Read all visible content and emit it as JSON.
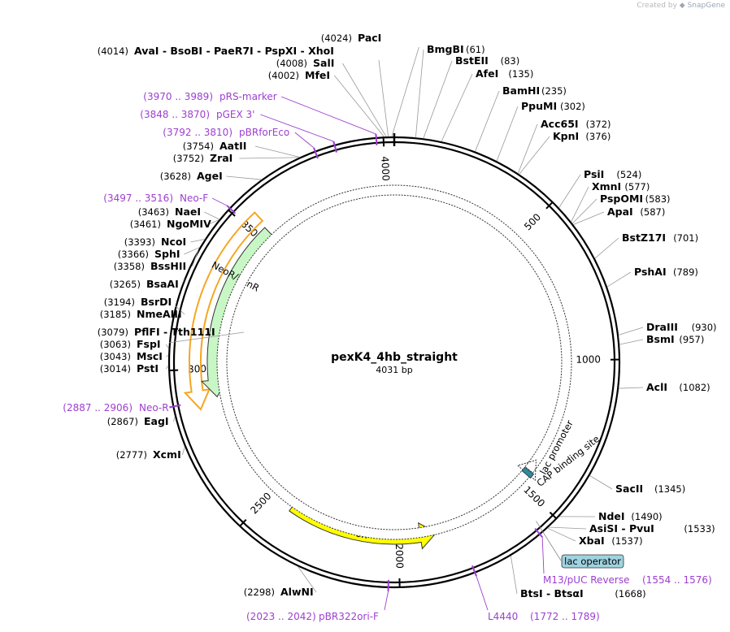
{
  "credit": {
    "prefix": "Created by",
    "brand": "SnapGene"
  },
  "plasmid": {
    "name": "pexK4_4hb_straight",
    "length": 4031,
    "length_label": "4031 bp"
  },
  "ticks": [
    {
      "pos": 500,
      "label": "500"
    },
    {
      "pos": 1000,
      "label": "1000"
    },
    {
      "pos": 1500,
      "label": "1500"
    },
    {
      "pos": 2000,
      "label": "2000"
    },
    {
      "pos": 2500,
      "label": "2500"
    },
    {
      "pos": 3000,
      "label": "3000"
    },
    {
      "pos": 3500,
      "label": "3500"
    },
    {
      "pos": 4000,
      "label": "4000"
    }
  ],
  "sites": [
    {
      "pos": 4024,
      "name": "PacI",
      "pos_label": "(4024)",
      "side": "L"
    },
    {
      "pos": 4014,
      "name": "AvaI  -  BsoBI  -  PaeR7I  -  PspXI  -  XhoI",
      "pos_label": "(4014)",
      "side": "R"
    },
    {
      "pos": 4008,
      "name": "SalI",
      "pos_label": "(4008)",
      "side": "L"
    },
    {
      "pos": 4002,
      "name": "MfeI",
      "pos_label": "(4002)",
      "side": "L"
    },
    {
      "pos": 3754,
      "name": "AatII",
      "pos_label": "(3754)",
      "side": "L"
    },
    {
      "pos": 3752,
      "name": "ZraI",
      "pos_label": "(3752)",
      "side": "L"
    },
    {
      "pos": 3628,
      "name": "AgeI",
      "pos_label": "(3628)",
      "side": "L"
    },
    {
      "pos": 3463,
      "name": "NaeI",
      "pos_label": "(3463)",
      "side": "L"
    },
    {
      "pos": 3461,
      "name": "NgoMIV",
      "pos_label": "(3461)",
      "side": "L"
    },
    {
      "pos": 3393,
      "name": "NcoI",
      "pos_label": "(3393)",
      "side": "L"
    },
    {
      "pos": 3366,
      "name": "SphI",
      "pos_label": "(3366)",
      "side": "L"
    },
    {
      "pos": 3358,
      "name": "BssHII",
      "pos_label": "(3358)",
      "side": "L"
    },
    {
      "pos": 3265,
      "name": "BsaAI",
      "pos_label": "(3265)",
      "side": "L"
    },
    {
      "pos": 3194,
      "name": "BsrDI",
      "pos_label": "(3194)",
      "side": "L"
    },
    {
      "pos": 3185,
      "name": "NmeAIII",
      "pos_label": "(3185)",
      "side": "L"
    },
    {
      "pos": 3079,
      "name": "PflFI  -  Tth111I",
      "pos_label": "(3079)",
      "side": "L"
    },
    {
      "pos": 3063,
      "name": "FspI",
      "pos_label": "(3063)",
      "side": "L"
    },
    {
      "pos": 3043,
      "name": "MscI",
      "pos_label": "(3043)",
      "side": "L"
    },
    {
      "pos": 3014,
      "name": "PstI",
      "pos_label": "(3014)",
      "side": "L"
    },
    {
      "pos": 2867,
      "name": "EagI",
      "pos_label": "(2867)",
      "side": "L"
    },
    {
      "pos": 2777,
      "name": "XcmI",
      "pos_label": "(2777)",
      "side": "L"
    },
    {
      "pos": 2298,
      "name": "AlwNI",
      "pos_label": "(2298)",
      "side": "L"
    },
    {
      "pos": 61,
      "name": "BmgBI",
      "pos_label": "(61)",
      "side": "R"
    },
    {
      "pos": 83,
      "name": "BstEII",
      "pos_label": "(83)",
      "side": "R"
    },
    {
      "pos": 135,
      "name": "AfeI",
      "pos_label": "(135)",
      "side": "R"
    },
    {
      "pos": 235,
      "name": "BamHI",
      "pos_label": "(235)",
      "side": "R"
    },
    {
      "pos": 302,
      "name": "PpuMI",
      "pos_label": "(302)",
      "side": "R"
    },
    {
      "pos": 372,
      "name": "Acc65I",
      "pos_label": "(372)",
      "side": "R"
    },
    {
      "pos": 376,
      "name": "KpnI",
      "pos_label": "(376)",
      "side": "R"
    },
    {
      "pos": 524,
      "name": "PsiI",
      "pos_label": "(524)",
      "side": "R"
    },
    {
      "pos": 577,
      "name": "XmnI",
      "pos_label": "(577)",
      "side": "R"
    },
    {
      "pos": 583,
      "name": "PspOMI",
      "pos_label": "(583)",
      "side": "R"
    },
    {
      "pos": 587,
      "name": "ApaI",
      "pos_label": "(587)",
      "side": "R"
    },
    {
      "pos": 701,
      "name": "BstZ17I",
      "pos_label": "(701)",
      "side": "R"
    },
    {
      "pos": 789,
      "name": "PshAI",
      "pos_label": "(789)",
      "side": "R"
    },
    {
      "pos": 930,
      "name": "DraIII",
      "pos_label": "(930)",
      "side": "R"
    },
    {
      "pos": 957,
      "name": "BsmI",
      "pos_label": "(957)",
      "side": "R"
    },
    {
      "pos": 1082,
      "name": "AclI",
      "pos_label": "(1082)",
      "side": "R"
    },
    {
      "pos": 1345,
      "name": "SacII",
      "pos_label": "(1345)",
      "side": "R"
    },
    {
      "pos": 1490,
      "name": "NdeI",
      "pos_label": "(1490)",
      "side": "R"
    },
    {
      "pos": 1533,
      "name": "AsiSI  -  PvuI",
      "pos_label": "(1533)",
      "side": "R"
    },
    {
      "pos": 1537,
      "name": "XbaI",
      "pos_label": "(1537)",
      "side": "R"
    },
    {
      "pos": 1668,
      "name": "BtsI  -  BtsαI",
      "pos_label": "(1668)",
      "side": "R"
    }
  ],
  "primers": [
    {
      "start": 3970,
      "end": 3989,
      "name": "pRS-marker",
      "range_label": "(3970 .. 3989)",
      "side": "L"
    },
    {
      "start": 3848,
      "end": 3870,
      "name": "pGEX 3'",
      "range_label": "(3848 .. 3870)",
      "side": "L"
    },
    {
      "start": 3792,
      "end": 3810,
      "name": "pBRforEco",
      "range_label": "(3792 .. 3810)",
      "side": "L"
    },
    {
      "start": 3497,
      "end": 3516,
      "name": "Neo-F",
      "range_label": "(3497 .. 3516)",
      "side": "L"
    },
    {
      "start": 2887,
      "end": 2906,
      "name": "Neo-R",
      "range_label": "(2887 .. 2906)",
      "side": "L"
    },
    {
      "start": 2023,
      "end": 2042,
      "name": "pBR322ori-F",
      "range_label": "(2023 .. 2042)",
      "side": "R"
    },
    {
      "start": 1772,
      "end": 1789,
      "name": "L4440",
      "range_label": "(1772 .. 1789)",
      "side": "R"
    },
    {
      "start": 1554,
      "end": 1576,
      "name": "M13/pUC Reverse",
      "range_label": "(1554 .. 1576)",
      "side": "R"
    }
  ],
  "features": [
    {
      "name": "NeoR/KanR",
      "start": 3540,
      "end": 2900,
      "color": "#c8f7c5",
      "stroke": "#333333",
      "type": "cds"
    },
    {
      "name": "ori",
      "start": 2410,
      "end": 1860,
      "color": "#ffff00",
      "stroke": "#333333",
      "type": "ori"
    },
    {
      "name": "lac promoter",
      "start": 1440,
      "end": 1395,
      "color": "#ffffff",
      "stroke": "#333333",
      "type": "promoter"
    },
    {
      "name": "CAP binding site",
      "start": 1460,
      "end": 1442,
      "color": "#2a8ca0",
      "stroke": "#333333",
      "type": "protein_bind"
    },
    {
      "name": "lac operator",
      "start": 1540,
      "end": 1556,
      "color": "#9fd3e0",
      "stroke": "#333333",
      "type": "protein_bind"
    }
  ],
  "colors": {
    "backbone": "#000000",
    "primer": "#9d3fd0",
    "feature_outline": "#333333",
    "neo_highlight": "#f5a623"
  }
}
